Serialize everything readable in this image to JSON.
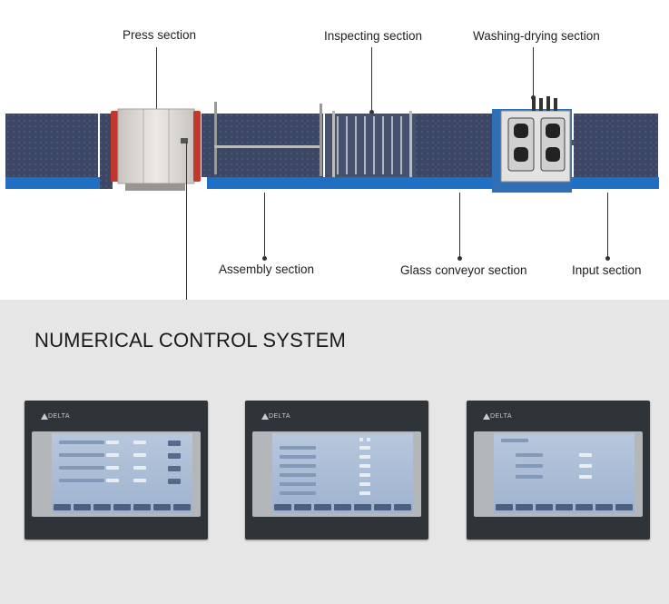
{
  "labels": {
    "press": "Press section",
    "inspecting": "Inspecting section",
    "washing": "Washing-drying section",
    "assembly": "Assembly section",
    "conveyor": "Glass conveyor section",
    "input": "Input section"
  },
  "numerical_title": "NUMERICAL CONTROL SYSTEM",
  "panels": [
    {
      "brand": "DELTA",
      "screen": "parameter-settings"
    },
    {
      "brand": "DELTA",
      "screen": "status-list"
    },
    {
      "brand": "DELTA",
      "screen": "function-settings"
    }
  ],
  "colors": {
    "glass_panel": "#3c4766",
    "conveyor_rail": "#1f6fc4",
    "press_frame": "#d7d3cf",
    "press_accent": "#c0392b",
    "washer_body": "#e2e2e2",
    "washer_border": "#2f6fb5"
  }
}
